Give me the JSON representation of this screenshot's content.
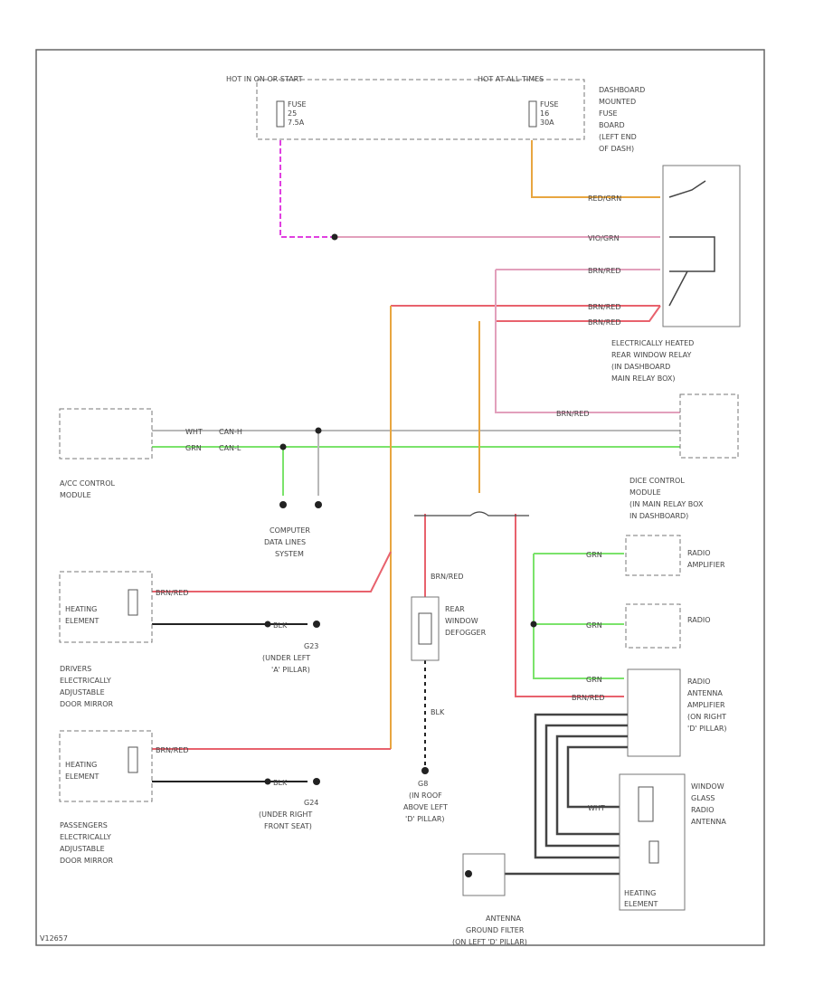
{
  "colors": {
    "pink": "#e2a0bc",
    "red": "#e8626d",
    "orange": "#e8a640",
    "green": "#7be36b",
    "gray": "#b8b8b8",
    "black": "#222222",
    "magenta": "#e040e0"
  },
  "labels": {
    "hot_start": "HOT IN ON OR START",
    "hot_all": "HOT AT ALL TIMES",
    "fuse_left": [
      "FUSE",
      "25",
      "7.5A"
    ],
    "fuse_right": [
      "FUSE",
      "16",
      "30A"
    ],
    "dashboard_fuse": [
      "DASHBOARD",
      "MOUNTED",
      "FUSE",
      "BOARD",
      "(LEFT END",
      "OF DASH)"
    ],
    "relay": [
      "ELECTRICALLY HEATED",
      "REAR WINDOW RELAY",
      "(IN DASHBOARD",
      "MAIN RELAY BOX)"
    ],
    "acc_module": [
      "A/CC CONTROL",
      "MODULE"
    ],
    "dice_module": [
      "DICE CONTROL",
      "MODULE",
      "(IN MAIN RELAY BOX",
      "IN DASHBOARD)"
    ],
    "computer": [
      "COMPUTER",
      "DATA LINES",
      "SYSTEM"
    ],
    "radio_amp": [
      "RADIO",
      "AMPLIFIER"
    ],
    "radio": [
      "RADIO"
    ],
    "defogger": [
      "REAR",
      "WINDOW",
      "DEFOGGER"
    ],
    "heating_driver": [
      "HEATING",
      "ELEMENT"
    ],
    "driver_mirror": [
      "DRIVERS",
      "ELECTRICALLY",
      "ADJUSTABLE",
      "DOOR MIRROR"
    ],
    "g23": [
      "G23",
      "(UNDER LEFT",
      "'A' PILLAR)"
    ],
    "g8": [
      "G8",
      "(IN ROOF",
      "ABOVE LEFT",
      "'D' PILLAR)"
    ],
    "antenna_amp": [
      "RADIO",
      "ANTENNA",
      "AMPLIFIER",
      "(ON RIGHT",
      "'D' PILLAR)"
    ],
    "heating_pass": [
      "HEATING",
      "ELEMENT"
    ],
    "pass_mirror": [
      "PASSENGERS",
      "ELECTRICALLY",
      "ADJUSTABLE",
      "DOOR MIRROR"
    ],
    "g24": [
      "G24",
      "(UNDER RIGHT",
      "FRONT SEAT)"
    ],
    "window_antenna": [
      "WINDOW",
      "GLASS",
      "RADIO",
      "ANTENNA"
    ],
    "heating_element": [
      "HEATING",
      "ELEMENT"
    ],
    "ground_filter": [
      "ANTENNA",
      "GROUND FILTER",
      "(ON LEFT 'D' PILLAR)"
    ],
    "footer": "V12657"
  },
  "wire_labels": {
    "w1": "RED/GRN",
    "w2": "VIO/GRN",
    "w3": "BRN/RED",
    "w4": "BRN/RED",
    "w5": "BRN/RED",
    "w6": "WHT",
    "w7": "GRN",
    "w8": "CAN-H",
    "w9": "CAN-L",
    "w10": "BRN/RED",
    "w11": "BRN/RED",
    "w12": "BLK",
    "w13": "GRN",
    "w14": "GRN",
    "w15": "GRN",
    "w16": "BRN/RED",
    "w17": "BLK",
    "w18": "BLK",
    "w19": "WHT",
    "w20": "BRN/RED",
    "w21": "BRN/RED"
  }
}
